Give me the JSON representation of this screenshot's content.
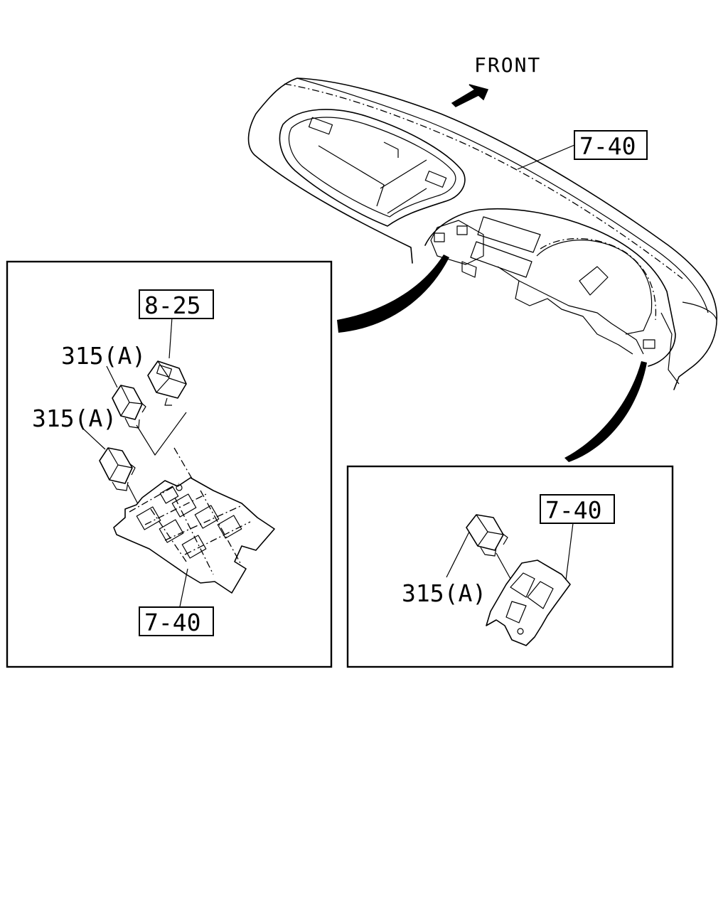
{
  "direction_label": "FRONT",
  "callouts": {
    "dash_panel_ref": "7-40",
    "left_inset_top_ref": "8-25",
    "left_inset_part_upper": "315(A)",
    "left_inset_part_lower": "315(A)",
    "left_inset_bottom_ref": "7-40",
    "right_inset_ref": "7-40",
    "right_inset_part": "315(A)"
  }
}
